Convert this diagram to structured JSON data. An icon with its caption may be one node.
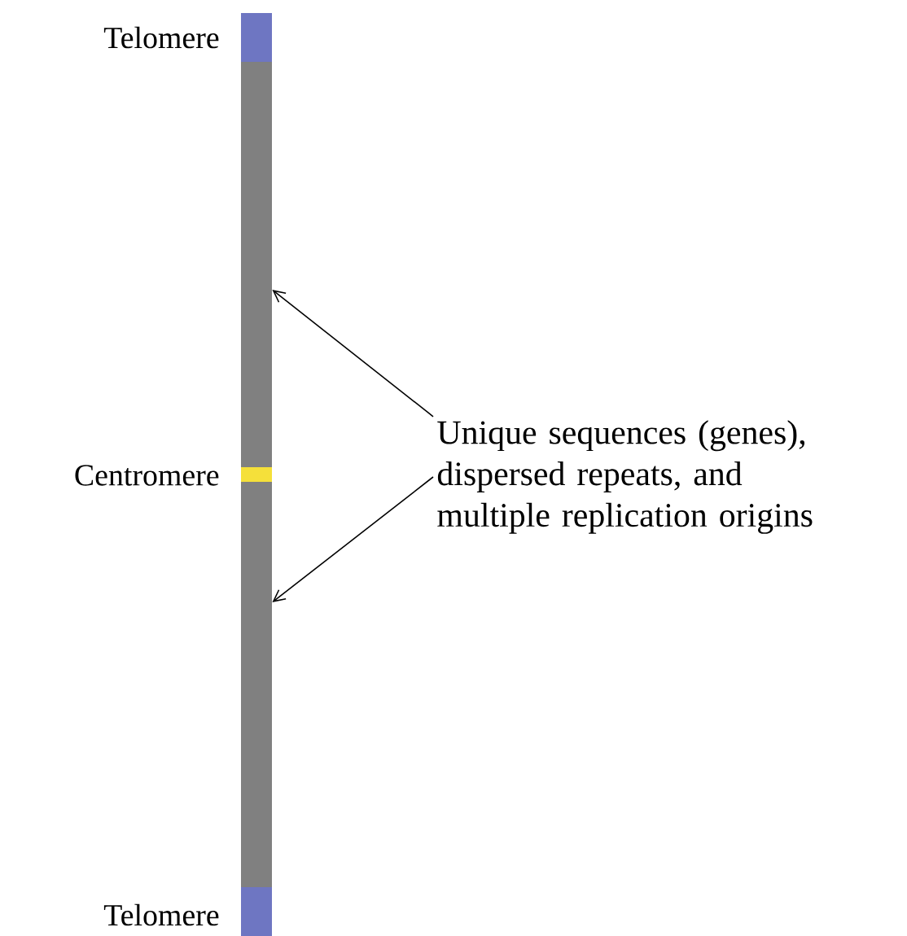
{
  "diagram": {
    "nodes": [
      {
        "text": [],
        "shape": "bar"
      },
      {
        "text": [
          "Unique sequences (genes), dispersed repeats, and multiple replication origins"
        ]
      },
      {
        "text": [],
        "shape": "bar"
      }
    ],
    "edges": [
      {
        "from": 1,
        "to": 0,
        "arrow": "to"
      },
      {
        "from": 1,
        "to": 2,
        "arrow": "to"
      }
    ],
    "labels": [
      "Telomere",
      "Centromere",
      "Telomere"
    ]
  }
}
